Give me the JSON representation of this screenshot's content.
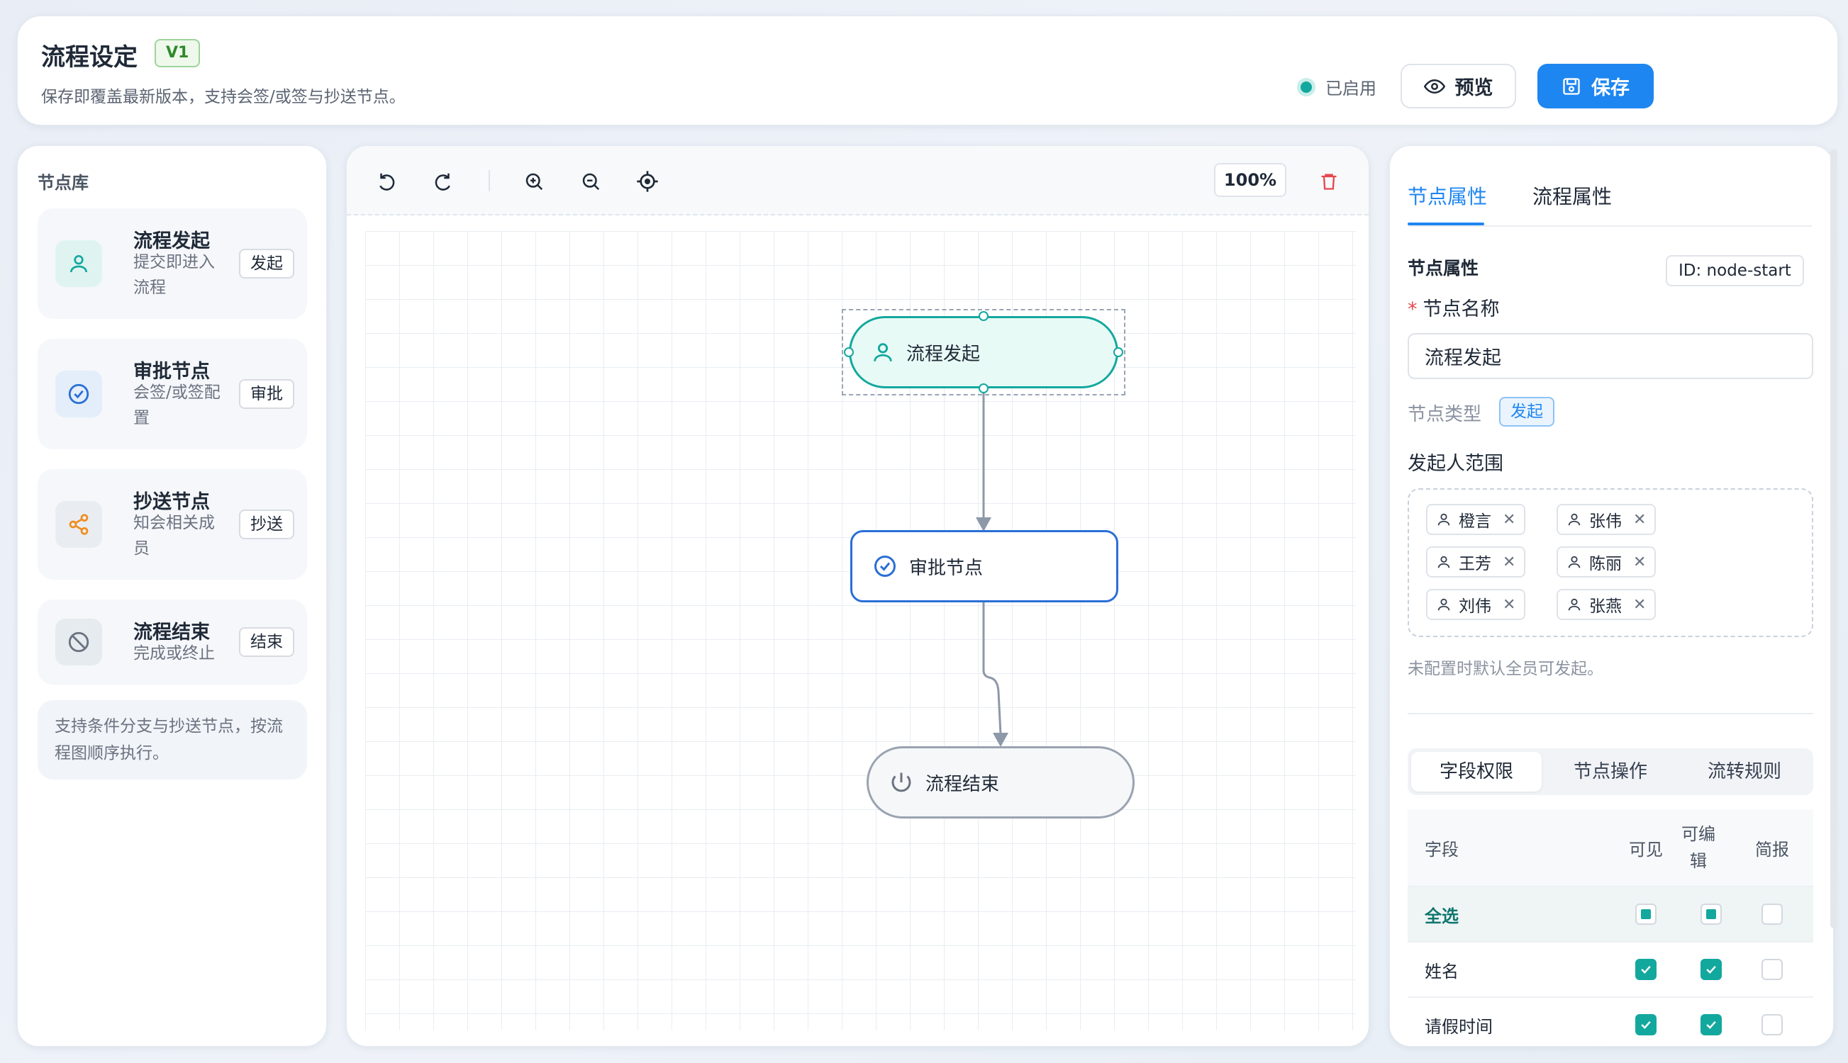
{
  "header": {
    "title": "流程设定",
    "version": "V1",
    "subtitle": "保存即覆盖最新版本，支持会签/或签与抄送节点。",
    "status": "已启用",
    "preview_label": "预览",
    "save_label": "保存"
  },
  "library": {
    "title": "节点库",
    "items": [
      {
        "name": "流程发起",
        "desc": "提交即进入流程",
        "tag": "发起",
        "icon": "user-icon",
        "color": "#13a89e"
      },
      {
        "name": "审批节点",
        "desc": "会签/或签配置",
        "tag": "审批",
        "icon": "check-circle-icon",
        "color": "#2a6fd6"
      },
      {
        "name": "抄送节点",
        "desc": "知会相关成员",
        "tag": "抄送",
        "icon": "share-icon",
        "color": "#f08c1e"
      },
      {
        "name": "流程结束",
        "desc": "完成或终止",
        "tag": "结束",
        "icon": "ban-icon",
        "color": "#6b7280"
      }
    ],
    "note": "支持条件分支与抄送节点，按流程图顺序执行。"
  },
  "canvas": {
    "zoom": "100%",
    "nodes": {
      "start": "流程发起",
      "approve": "审批节点",
      "end": "流程结束"
    }
  },
  "props": {
    "tabs": [
      "节点属性",
      "流程属性"
    ],
    "section_title": "节点属性",
    "node_id": "ID: node-start",
    "name_label": "节点名称",
    "name_value": "流程发起",
    "type_label": "节点类型",
    "type_value": "发起",
    "scope_label": "发起人范围",
    "people": [
      "橙言",
      "张伟",
      "王芳",
      "陈丽",
      "刘伟",
      "张燕"
    ],
    "scope_hint": "未配置时默认全员可发起。",
    "subtabs": [
      "字段权限",
      "节点操作",
      "流转规则"
    ],
    "table": {
      "headers": {
        "field": "字段",
        "visible": "可见",
        "editable": "可编辑",
        "summary": "简报"
      },
      "rows": [
        {
          "field": "全选",
          "visible": "partial",
          "editable": "partial",
          "summary": "off"
        },
        {
          "field": "姓名",
          "visible": "on",
          "editable": "on",
          "summary": "off"
        },
        {
          "field": "请假时间",
          "visible": "on",
          "editable": "on",
          "summary": "off"
        }
      ]
    }
  }
}
